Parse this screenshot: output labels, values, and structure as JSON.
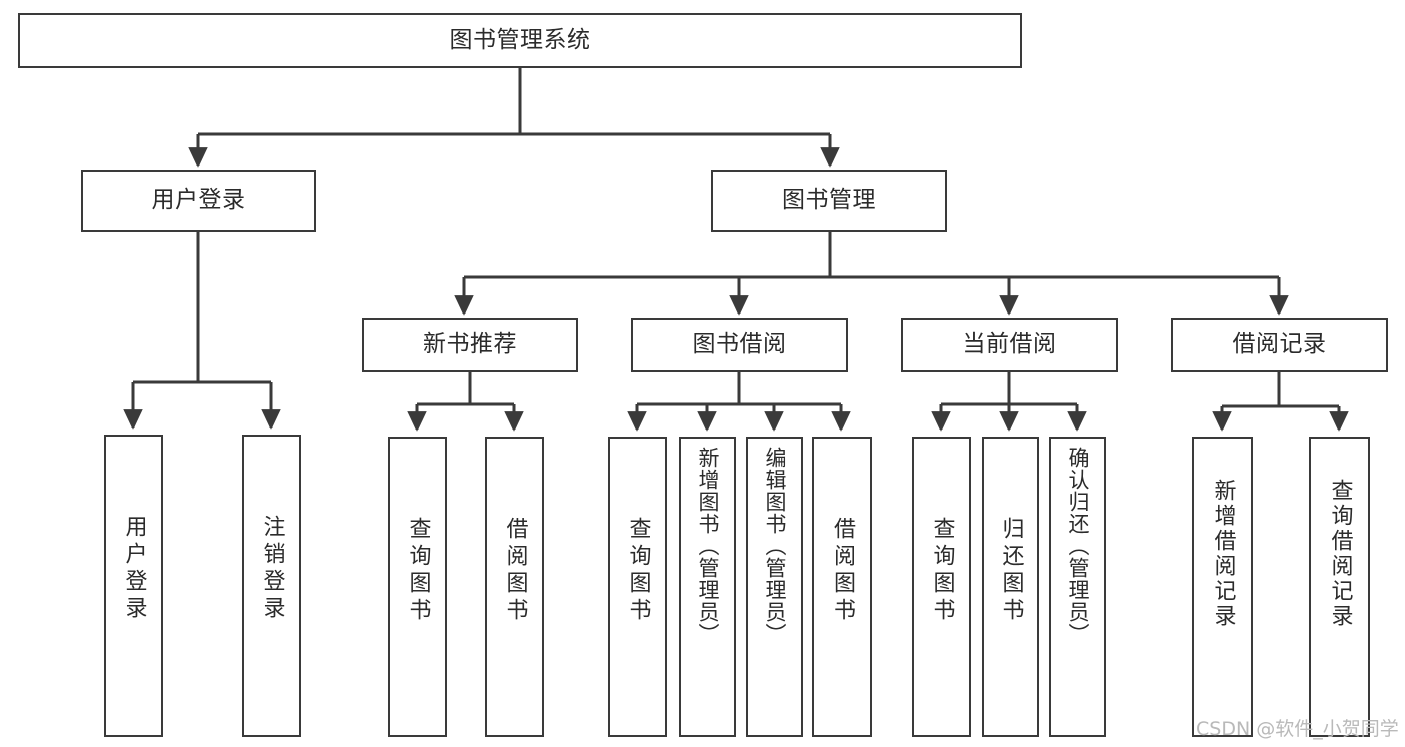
{
  "diagram": {
    "title": "图书管理系统",
    "type": "tree-structure-chart",
    "colors": {
      "box_border": "#3a3a3a",
      "box_fill": "#ffffff",
      "connector": "#3a3a3a",
      "text": "#2b2b2b",
      "watermark": "#b9b9b9",
      "background": "#ffffff"
    },
    "root": {
      "id": "root",
      "label": "图书管理系统"
    },
    "level2": [
      {
        "id": "l2-user-login",
        "label": "用户登录"
      },
      {
        "id": "l2-book-manage",
        "label": "图书管理"
      }
    ],
    "level3": [
      {
        "id": "l3-new-book-rec",
        "label": "新书推荐",
        "parent": "l2-book-manage"
      },
      {
        "id": "l3-book-borrow",
        "label": "图书借阅",
        "parent": "l2-book-manage"
      },
      {
        "id": "l3-current-borrow",
        "label": "当前借阅",
        "parent": "l2-book-manage"
      },
      {
        "id": "l3-borrow-record",
        "label": "借阅记录",
        "parent": "l2-book-manage"
      }
    ],
    "leaves": [
      {
        "id": "leaf-user-login",
        "label": "用户登录",
        "parent": "l2-user-login"
      },
      {
        "id": "leaf-logout-login",
        "label": "注销登录",
        "parent": "l2-user-login"
      },
      {
        "id": "leaf-query-book-rec",
        "label": "查询图书",
        "parent": "l3-new-book-rec"
      },
      {
        "id": "leaf-borrow-book-rec",
        "label": "借阅图书",
        "parent": "l3-new-book-rec"
      },
      {
        "id": "leaf-query-book-borrow",
        "label": "查询图书",
        "parent": "l3-book-borrow"
      },
      {
        "id": "leaf-add-book-admin",
        "label": "新增图书（管理员）",
        "parent": "l3-book-borrow"
      },
      {
        "id": "leaf-edit-book-admin",
        "label": "编辑图书（管理员）",
        "parent": "l3-book-borrow"
      },
      {
        "id": "leaf-borrow-book",
        "label": "借阅图书",
        "parent": "l3-book-borrow"
      },
      {
        "id": "leaf-query-book-current",
        "label": "查询图书",
        "parent": "l3-current-borrow"
      },
      {
        "id": "leaf-return-book",
        "label": "归还图书",
        "parent": "l3-current-borrow"
      },
      {
        "id": "leaf-confirm-return-admin",
        "label": "确认归还（管理员）",
        "parent": "l3-current-borrow"
      },
      {
        "id": "leaf-add-borrow-record",
        "label": "新增借阅记录",
        "parent": "l3-borrow-record"
      },
      {
        "id": "leaf-query-borrow-record",
        "label": "查询借阅记录",
        "parent": "l3-borrow-record"
      }
    ],
    "watermark": "CSDN @软件_小贺同学"
  }
}
